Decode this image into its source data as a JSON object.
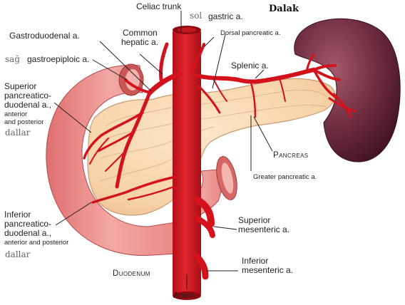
{
  "labels": {
    "celiac_trunk": "Celiac trunk",
    "sol": "sol",
    "gastric": "gastric a.",
    "dalak": "Dalak",
    "gastroduodenal": "Gastroduodenal  a.",
    "common_hepatic_1": "Common",
    "common_hepatic_2": "hepatic a.",
    "dorsal_pancreatic": "Dorsal pancreatic a.",
    "sag": "sağ",
    "gastroepiploic": "gastroepiploic a.",
    "splenic": "Splenic  a.",
    "sup_pd_1": "Superior",
    "sup_pd_2": "pancreatico-",
    "sup_pd_3": "duodenal a.,",
    "sup_pd_4": "anterior",
    "sup_pd_5": "and posterior",
    "dallar_1": "dallar",
    "pancreas": "Pancreas",
    "greater_pancreatic": "Greater pancreatic a.",
    "inf_pd_1": "Inferior",
    "inf_pd_2": "pancreatico-",
    "inf_pd_3": "duodenal a.,",
    "inf_pd_4": "anterior and posterior",
    "dallar_2": "dallar",
    "sup_mesenteric_1": "Superior",
    "sup_mesenteric_2": "mesenteric a.",
    "inf_mesenteric_1": "Inferior",
    "inf_mesenteric_2": "mesenteric a.",
    "duodenum": "Duodenum",
    "aorta": "Aorta"
  },
  "colors": {
    "artery": "#d3121c",
    "artery_dark": "#a50d14",
    "spleen": "#6b2a3c",
    "pancreas": "#f6d1a6",
    "duodenum": "#ec8d8c",
    "leader_line": "#231f20"
  }
}
